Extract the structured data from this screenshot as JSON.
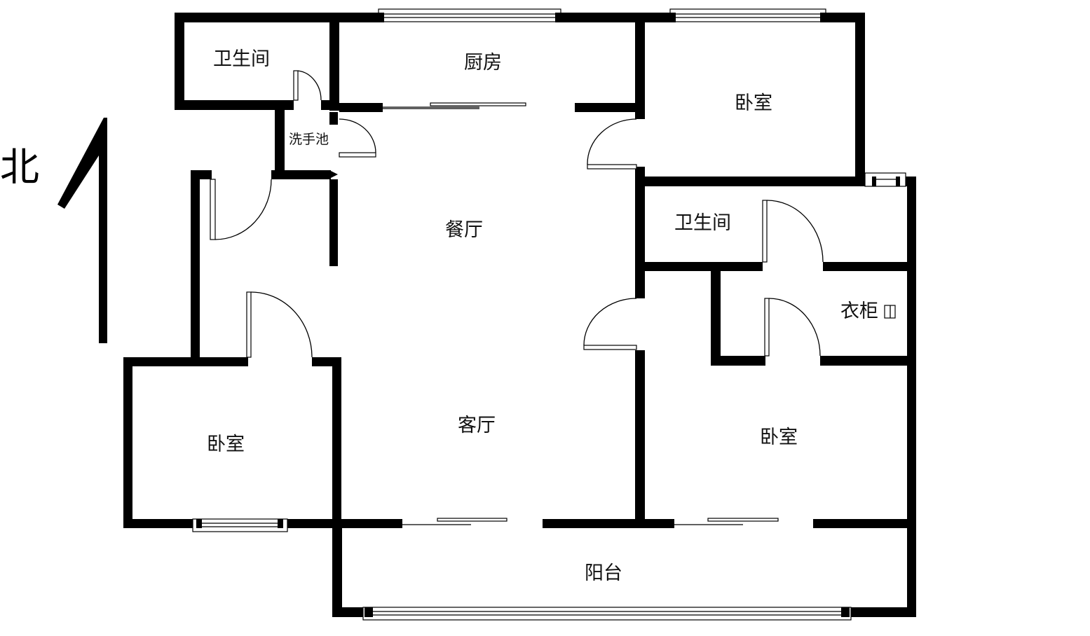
{
  "compass": {
    "label": "北"
  },
  "rooms": {
    "bathroom_nw": "卫生间",
    "kitchen": "厨房",
    "bedroom_ne": "卧室",
    "wash_basin": "洗手池",
    "dining": "餐厅",
    "bathroom_e": "卫生间",
    "wardrobe": "衣柜",
    "bedroom_sw": "卧室",
    "living": "客厅",
    "bedroom_se": "卧室",
    "balcony": "阳台"
  }
}
